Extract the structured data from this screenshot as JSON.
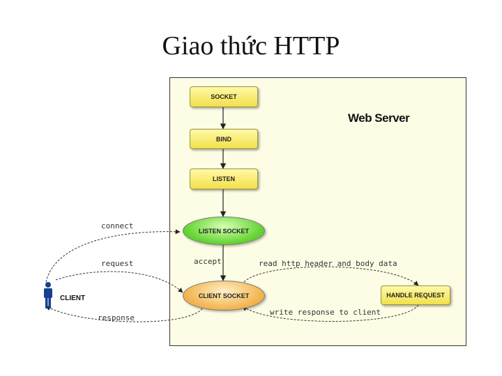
{
  "title": "Giao thức HTTP",
  "server_label": "Web Server",
  "nodes": {
    "socket": "SOCKET",
    "bind": "BIND",
    "listen": "LISTEN",
    "listen_socket": "LISTEN SOCKET",
    "client_socket": "CLIENT SOCKET",
    "handle_request": "HANDLE REQUEST",
    "client": "CLIENT"
  },
  "edges": {
    "connect": "connect",
    "request": "request",
    "accept": "accept",
    "response": "response",
    "read": "read http header and body data",
    "write": "write response to client"
  }
}
